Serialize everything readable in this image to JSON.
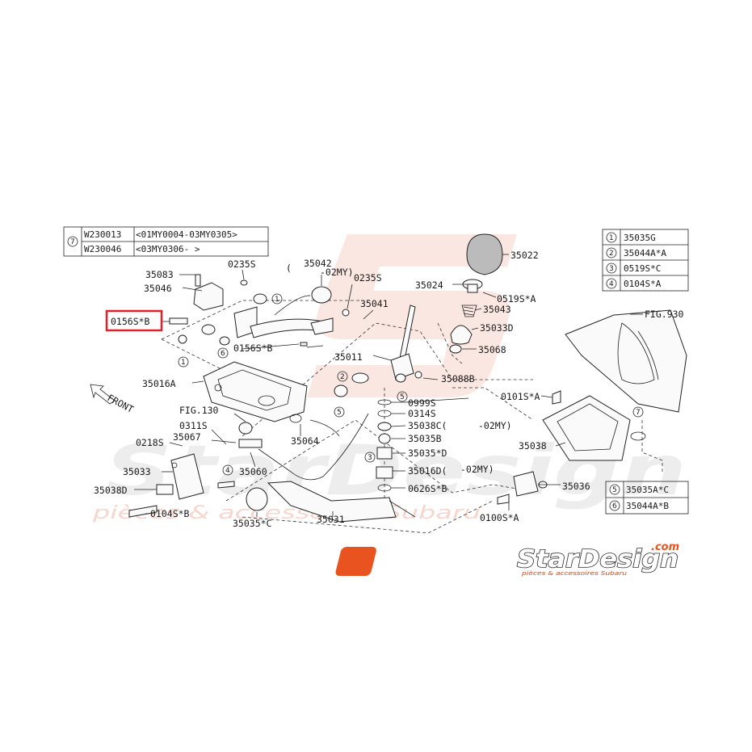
{
  "colors": {
    "highlight": "#e0202a",
    "brand_orange": "#e8531f",
    "ink": "#1a1a1a",
    "watermark": "#f3c9bd"
  },
  "variant_table": {
    "ref": "7",
    "rows": [
      {
        "code": "W230013",
        "range": "<01MY0004-03MY0305>"
      },
      {
        "code": "W230046",
        "range": "<03MY0306-         >"
      }
    ]
  },
  "legend_top": [
    {
      "ref": "1",
      "part": "35035G"
    },
    {
      "ref": "2",
      "part": "35044A*A"
    },
    {
      "ref": "3",
      "part": "0519S*C"
    },
    {
      "ref": "4",
      "part": "0104S*A"
    }
  ],
  "legend_bottom": [
    {
      "ref": "5",
      "part": "35035A*C"
    },
    {
      "ref": "6",
      "part": "35044A*B"
    }
  ],
  "labels": {
    "p35083": "35083",
    "p0235s_a": "0235S",
    "p35042": "35042",
    "p02my_a": "-02MY)",
    "p0235s_b": "0235S",
    "p35022": "35022",
    "p35046": "35046",
    "p35024": "35024",
    "p0519s_a": "0519S*A",
    "p35041": "35041",
    "p35043": "35043",
    "p0156s_b_hl": "0156S*B",
    "p35033d": "35033D",
    "p0156s_b": "0156S*B",
    "p35068": "35068",
    "p35011": "35011",
    "p35088b": "35088B",
    "p35016a": "35016A",
    "front": "FRONT",
    "p0999s": "0999S",
    "p0101s_a": "0101S*A",
    "fig930": "FIG.930",
    "fig130": "FIG.130",
    "p0314s": "0314S",
    "p0311s": "0311S",
    "p35038c": "35038C(",
    "p02my_b": "-02MY)",
    "p35067": "35067",
    "p35064": "35064",
    "p35035b": "35035B",
    "p35038": "35038",
    "p0218s": "0218S",
    "p35035_d": "35035*D",
    "p35033": "35033",
    "p35060": "35060",
    "p35016d": "35016D(",
    "p02my_c": "-02MY)",
    "p35036": "35036",
    "p35038d": "35038D",
    "p0626s_b": "0626S*B",
    "p0104s_b": "0104S*B",
    "p0100s_a": "0100S*A",
    "p35035_c": "35035*C",
    "p35031": "35031",
    "paren": "("
  },
  "callouts": {
    "c1a": "1",
    "c6a": "6",
    "c1b": "1",
    "c2a": "2",
    "c5a": "5",
    "c5b": "5",
    "c3a": "3",
    "c4a": "4",
    "c7a": "7"
  },
  "logo": {
    "mark": "SJ",
    "name": "StarDesign",
    "tld": ".com",
    "tagline": "pièces & accessoires Subaru"
  },
  "watermark": {
    "name": "StarDesign",
    "tagline": "pièces & accessoires Subaru"
  }
}
